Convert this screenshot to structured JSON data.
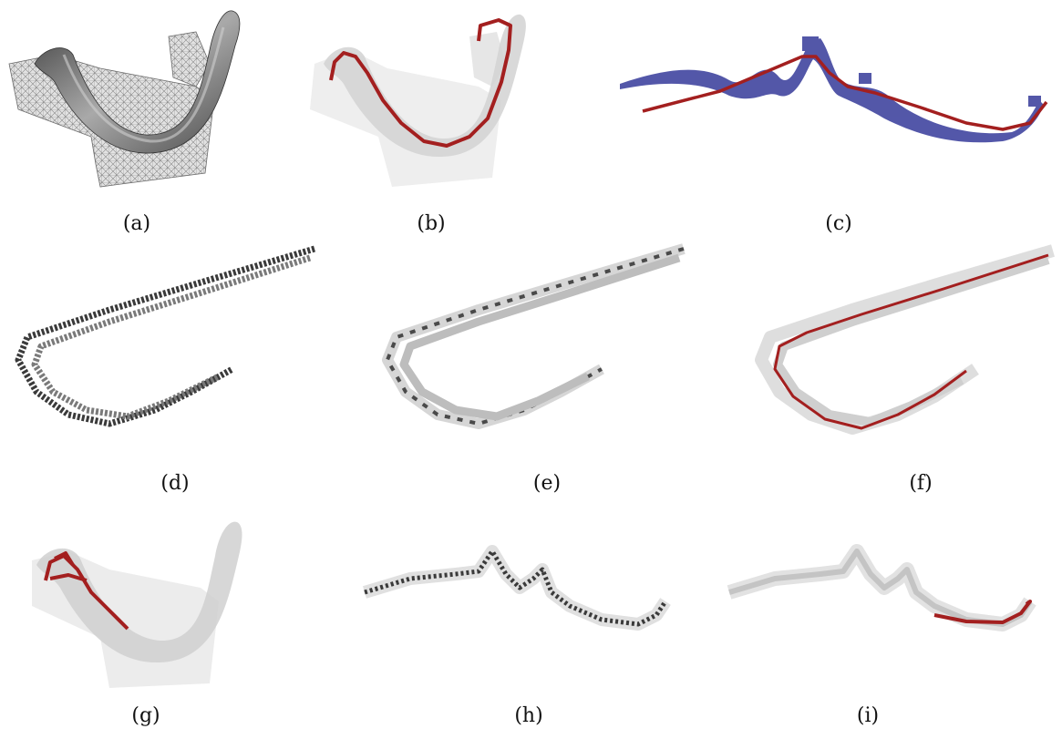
{
  "figure": {
    "panels": [
      {
        "id": "a",
        "caption": "(a)"
      },
      {
        "id": "b",
        "caption": "(b)"
      },
      {
        "id": "c",
        "caption": "(c)"
      },
      {
        "id": "d",
        "caption": "(d)"
      },
      {
        "id": "e",
        "caption": "(e)"
      },
      {
        "id": "f",
        "caption": "(f)"
      },
      {
        "id": "g",
        "caption": "(g)"
      },
      {
        "id": "h",
        "caption": "(h)"
      },
      {
        "id": "i",
        "caption": "(i)"
      }
    ],
    "colors": {
      "curve_skeleton": "#a31f1f",
      "point_cloud": "#1a1f8c",
      "mesh_dark": "#5a5a5a",
      "mesh_light": "#d8d8d8",
      "voxel": "#4a4a4a"
    }
  }
}
